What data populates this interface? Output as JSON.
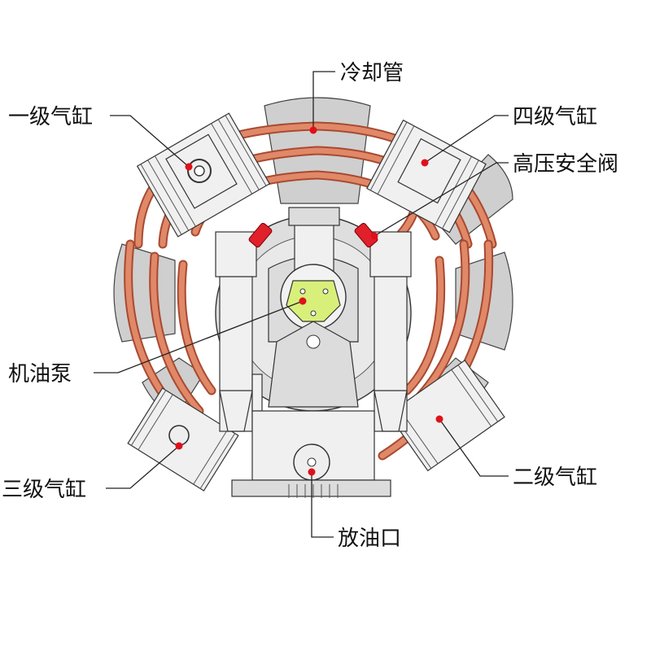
{
  "labels": {
    "cooling_pipe": "冷却管",
    "stage1_cylinder": "一级气缸",
    "stage4_cylinder": "四级气缸",
    "high_pressure_valve": "高压安全阀",
    "oil_pump": "机油泵",
    "stage3_cylinder": "三级气缸",
    "stage2_cylinder": "二级气缸",
    "oil_drain": "放油口"
  },
  "colors": {
    "callout_dot": "#e0101a",
    "pipe": "#a84a30",
    "pump": "#d8f07a"
  }
}
